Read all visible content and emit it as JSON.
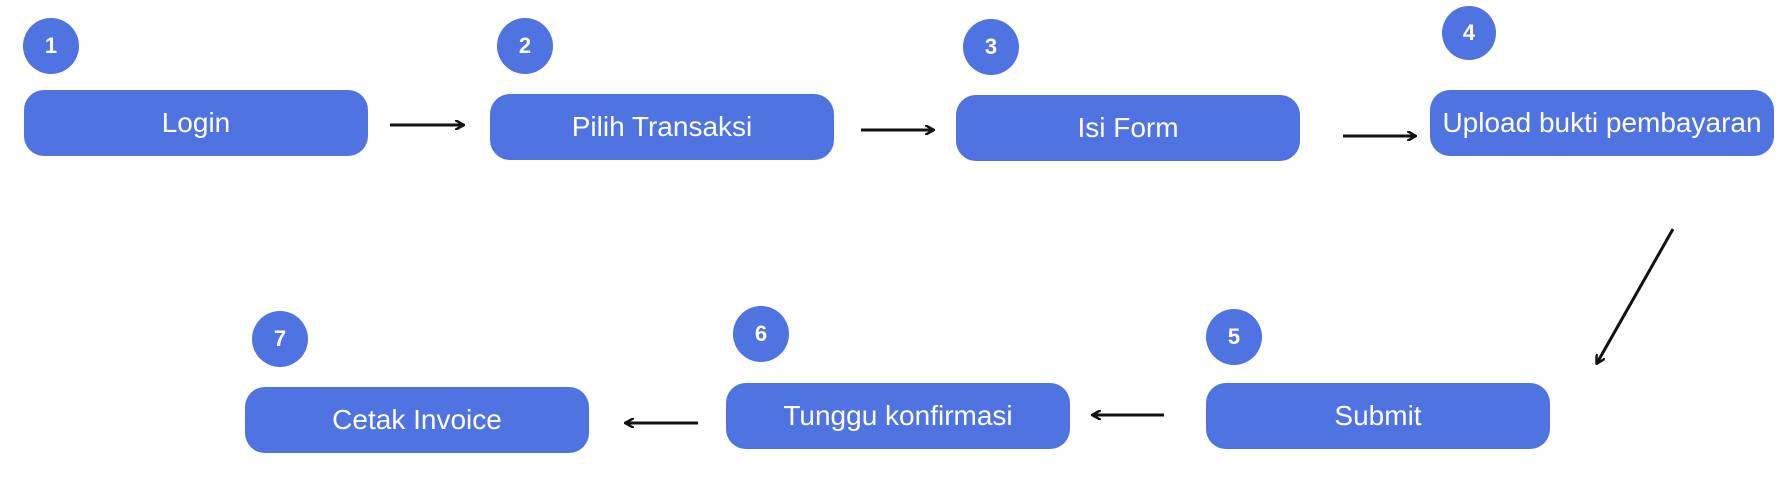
{
  "colors": {
    "box": "#4F73E0",
    "text": "#ffffff",
    "arrow": "#111111"
  },
  "steps": [
    {
      "number": "1",
      "label": "Login"
    },
    {
      "number": "2",
      "label": "Pilih Transaksi"
    },
    {
      "number": "3",
      "label": "Isi Form"
    },
    {
      "number": "4",
      "label": "Upload bukti pembayaran"
    },
    {
      "number": "5",
      "label": "Submit"
    },
    {
      "number": "6",
      "label": "Tunggu konfirmasi"
    },
    {
      "number": "7",
      "label": "Cetak Invoice"
    }
  ]
}
